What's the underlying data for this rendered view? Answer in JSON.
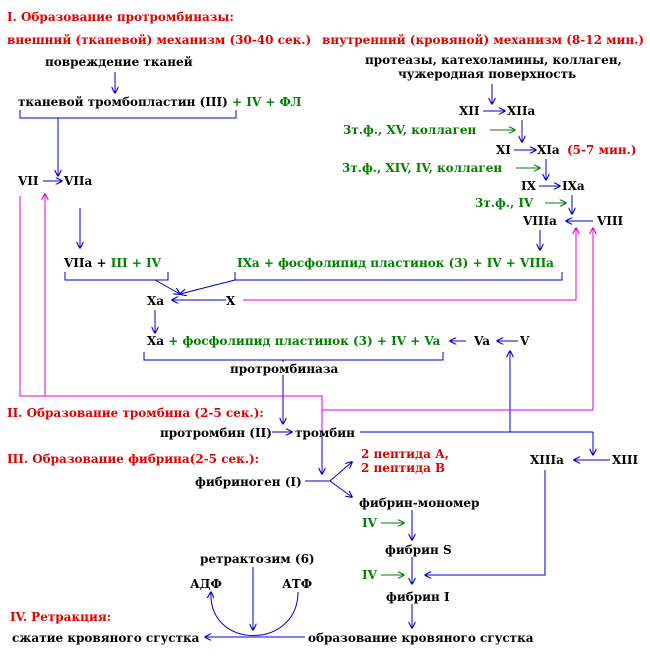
{
  "headings": {
    "h1": "I. Образование протромбиназы:",
    "h2": "II. Образование тромбина",
    "h2_time": "(2-5 сек.):",
    "h3": "III. Образование фибрина",
    "h3_time": "(2-5 сек.):",
    "h4": "IV. Ретракция:"
  },
  "external": {
    "title": "внешний (тканевой) механизм",
    "time": "(30-40 сек.)",
    "trigger": "повреждение тканей",
    "tf": "тканевой тромбопластин (III)",
    "tf_plus": "+ IV + ФЛ",
    "vii": "VII",
    "viia": "VIIa",
    "viia_plus_left": "VIIa +",
    "viia_plus_right": "III + IV"
  },
  "internal": {
    "title": "внутренний (кровяной) механизм",
    "time": "(8-12 мин.)",
    "triggers_1": "протеазы, катехоламины, коллаген,",
    "triggers_2": "чужеродная поверхность",
    "xii": "XII",
    "xiia": "XIIa",
    "c1": "3т.ф., XV, коллаген",
    "xi": "XI",
    "xia": "XIa",
    "xia_time": "(5-7 мин.)",
    "c2": "3т.ф., XIV, IV, коллаген",
    "ix": "IX",
    "ixa": "IXa",
    "c3": "3т.ф., IV",
    "viiia": "VIIIa",
    "viii": "VIII",
    "ixa_complex": "IXa + фосфолипид пластинок (3) + IV + VIIIa"
  },
  "common": {
    "xa_left": "Xa",
    "x": "X",
    "xa2": "Xa",
    "xa_complex": "+ фосфолипид пластинок (3) + IV + Va",
    "va": "Va",
    "v": "V",
    "prothrombinase": "протромбиназа",
    "prothrombin": "протромбин (II)",
    "thrombin": "тромбин",
    "xiiia": "XIIIa",
    "xiii": "XIII"
  },
  "fibrin": {
    "fibrinogen": "фибриноген (I)",
    "pept_a": "2 пептида А,",
    "pept_b": "2 пептида В",
    "monomer": "фибрин-мономер",
    "iv1": "IV",
    "fibrin_s": "фибрин S",
    "iv2": "IV",
    "fibrin_i": "фибрин I"
  },
  "retraction": {
    "retractozyme": "ретрактозим (6)",
    "adf": "АДФ",
    "atf": "АТФ",
    "compression": "сжатие кровяного сгустка",
    "clot": "образование кровяного сгустка"
  },
  "colors": {
    "heading": "#e00000",
    "cofactor": "#008000",
    "arrow": "#0000cc",
    "feedback": "#e000e0"
  }
}
